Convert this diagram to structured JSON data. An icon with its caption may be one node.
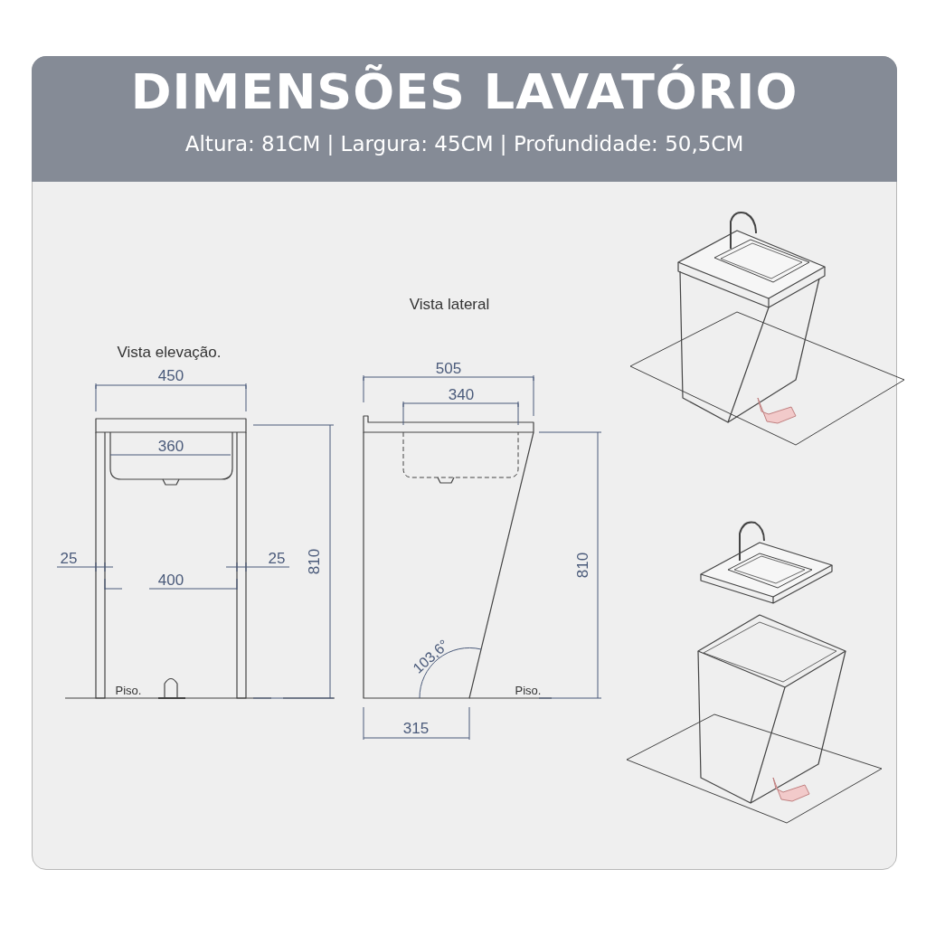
{
  "diagram": {
    "title": "DIMENSÕES LAVATÓRIO",
    "labels": [
      "Altura: 81CM | Largura: 45CM | Profundidade: 50,5CM",
      "Vista lateral",
      "Vista elevação.",
      "450",
      "505",
      "340",
      "360",
      "25",
      "25",
      "400",
      "810",
      "810",
      "103,6°",
      "Piso.",
      "Piso.",
      "315"
    ]
  }
}
